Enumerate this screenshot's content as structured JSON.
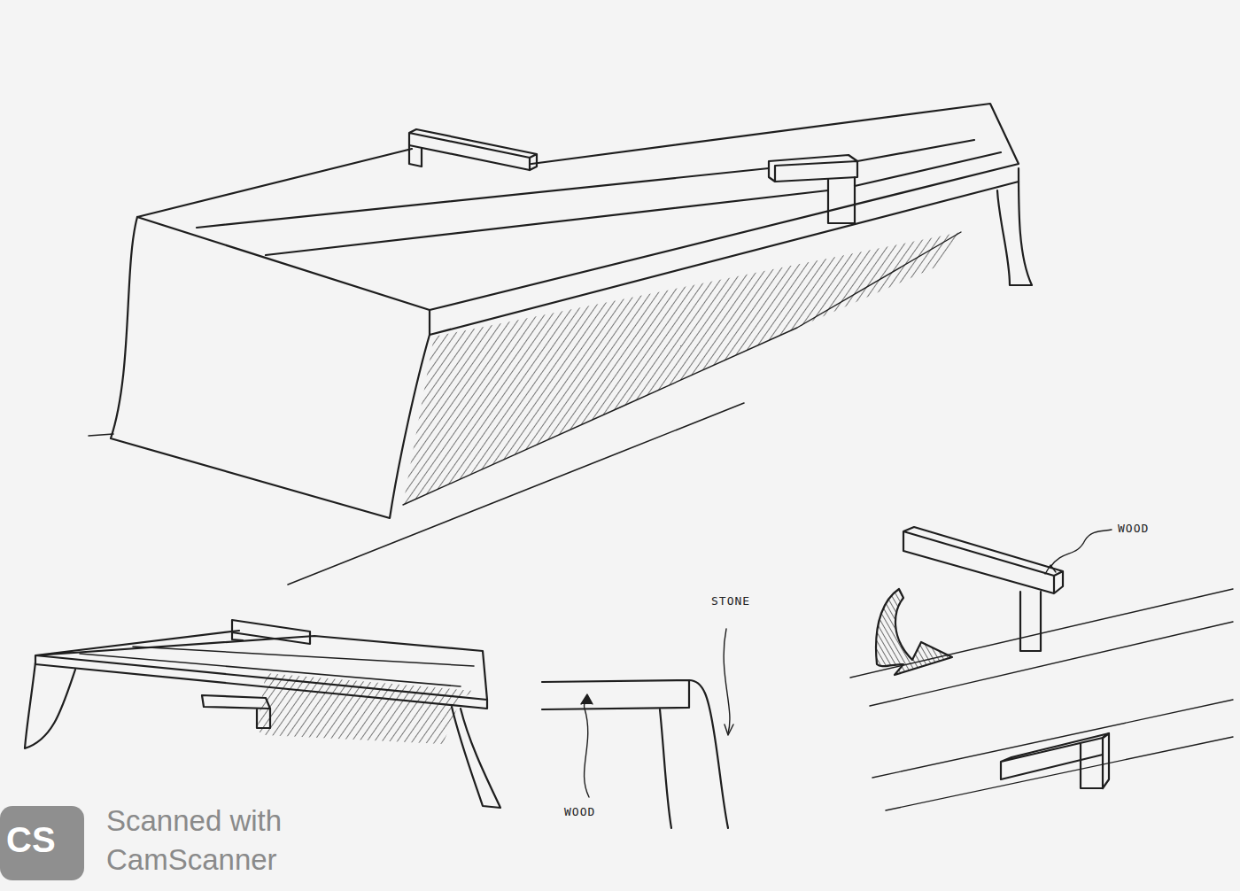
{
  "diagram": {
    "labels": [
      "STONE",
      "WOOD",
      "WOOD",
      "CS",
      "Scanned with CamScanner"
    ]
  }
}
